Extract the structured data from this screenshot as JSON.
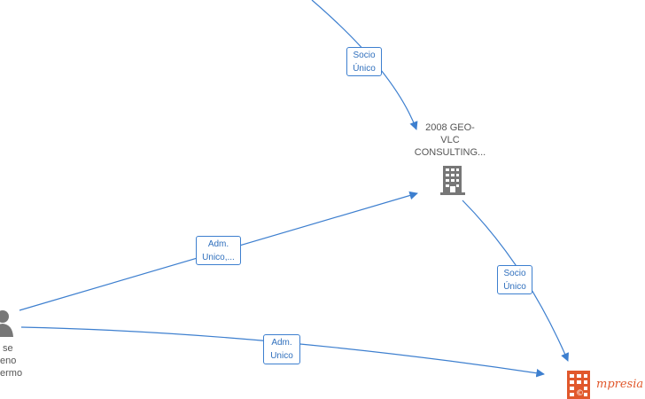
{
  "nodes": {
    "company": {
      "label_lines": [
        "2008 GEO-",
        "VLC",
        "CONSULTING..."
      ],
      "icon": "building-icon"
    },
    "person": {
      "label_lines": [
        "se",
        "eno",
        "ermo"
      ],
      "icon": "person-icon"
    }
  },
  "edges": {
    "socio_top": {
      "label_lines": [
        "Socio",
        "Único"
      ]
    },
    "adm_unico_ellipsis": {
      "label_lines": [
        "Adm.",
        "Unico,..."
      ]
    },
    "socio_bottom": {
      "label_lines": [
        "Socio",
        "Único"
      ]
    },
    "adm_unico": {
      "label_lines": [
        "Adm.",
        "Unico"
      ]
    }
  },
  "brand": {
    "icon": "empresia-building-icon",
    "text": "mpresia",
    "copyright": "©",
    "color": "#e1582c"
  },
  "colors": {
    "edge": "#3d7fcf",
    "node_icon": "#777777",
    "node_text": "#555555"
  }
}
